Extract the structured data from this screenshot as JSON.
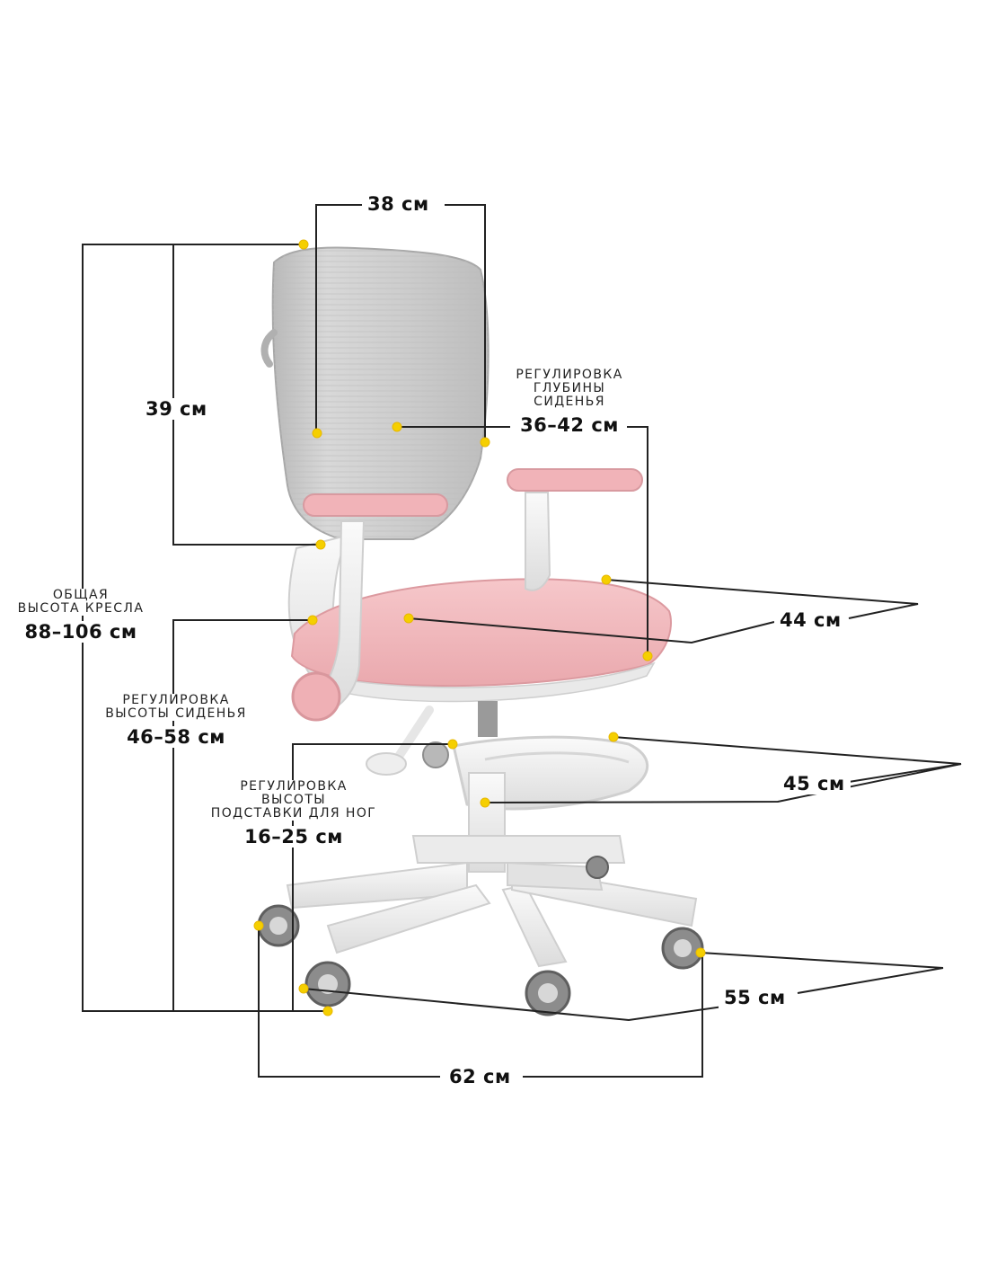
{
  "labels": {
    "back_width": {
      "value": "38 см"
    },
    "back_height": {
      "value": "39 см"
    },
    "seat_depth": {
      "caption_lines": [
        "РЕГУЛИРОВКА",
        "ГЛУБИНЫ",
        "СИДЕНЬЯ"
      ],
      "value": "36–42 см"
    },
    "total_height": {
      "caption_lines": [
        "ОБЩАЯ",
        "ВЫСОТА КРЕСЛА"
      ],
      "value": "88–106 см"
    },
    "seat_width": {
      "value": "44 см"
    },
    "seat_height": {
      "caption_lines": [
        "РЕГУЛИРОВКА",
        "ВЫСОТЫ СИДЕНЬЯ"
      ],
      "value": "46–58 см"
    },
    "footrest": {
      "caption_lines": [
        "РЕГУЛИРОВКА",
        "ВЫСОТЫ",
        "ПОДСТАВКИ ДЛЯ НОГ"
      ],
      "value": "16–25 см"
    },
    "footrest_width": {
      "value": "45 см"
    },
    "base_depth": {
      "value": "55 см"
    },
    "base_width": {
      "value": "62 см"
    }
  },
  "colors": {
    "upholstery_pink": "#f1b9bd",
    "mesh_gray": "#cfcfcf",
    "frame_white": "#f2f2f2",
    "marker_yellow": "#f5cf00"
  }
}
